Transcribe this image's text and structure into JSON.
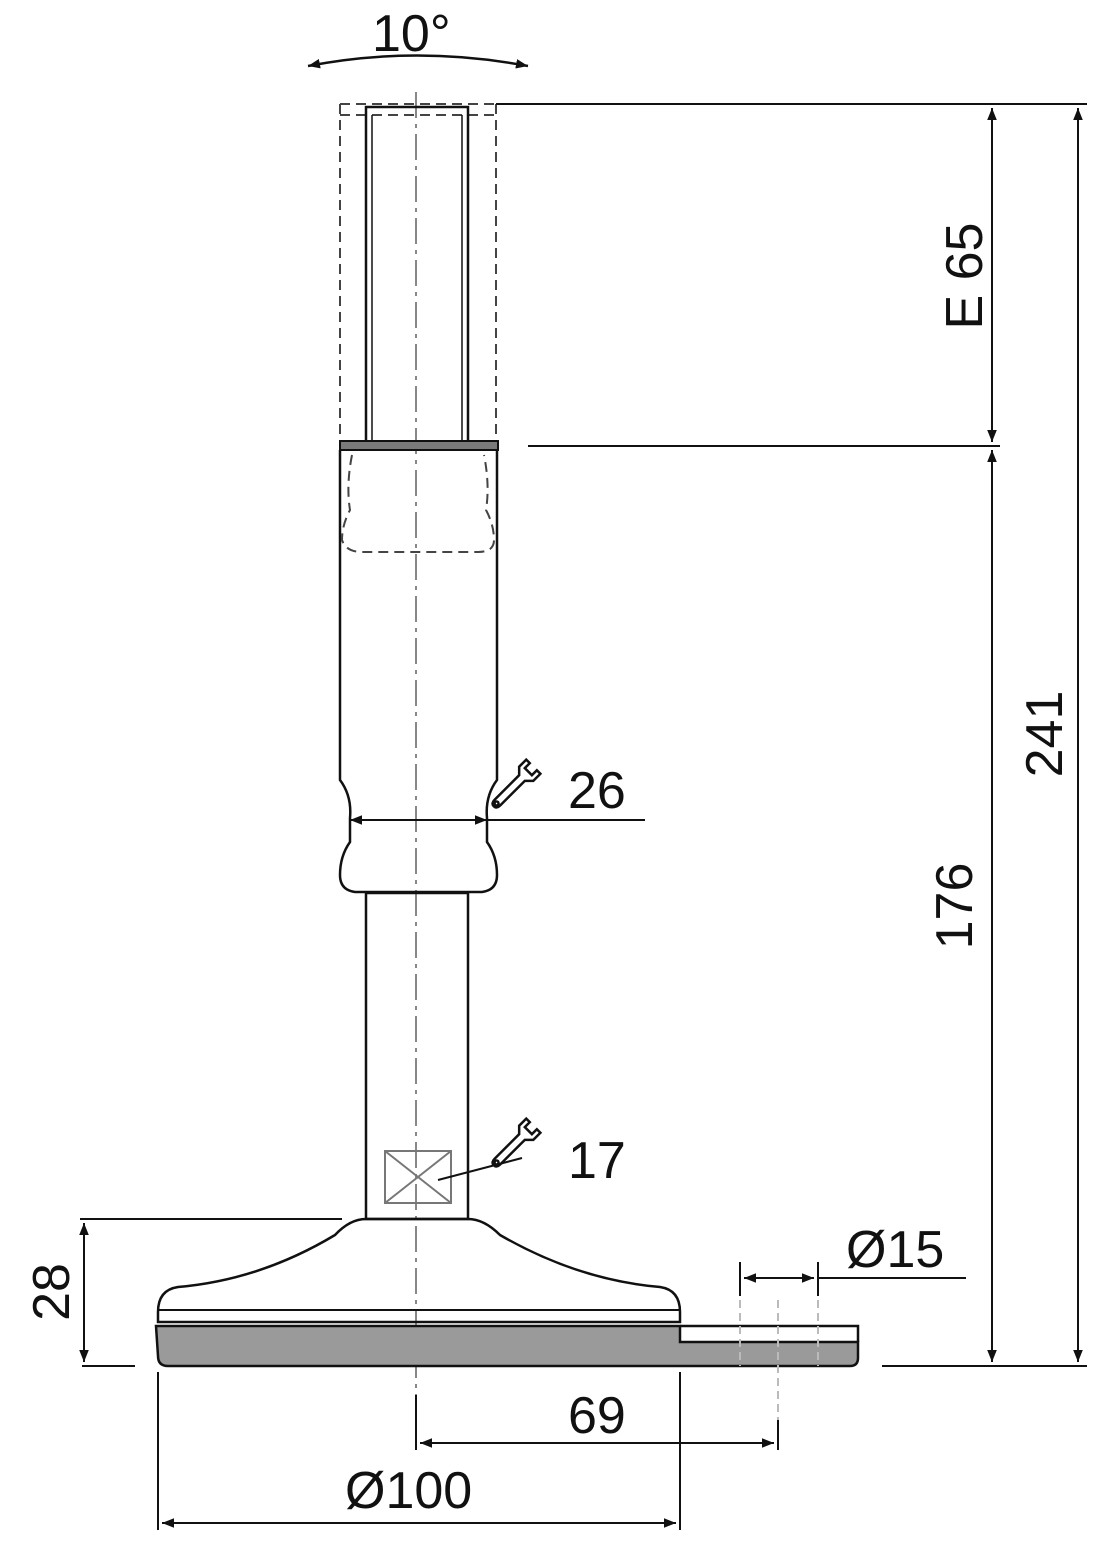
{
  "dimensions": {
    "tilt": "10°",
    "extension": "E 65",
    "height_total": "241",
    "height_base": "176",
    "wrench_upper": "26",
    "wrench_lower": "17",
    "base_height": "28",
    "hole_diameter": "Ø15",
    "hole_offset": "69",
    "base_diameter": "Ø100"
  },
  "icons": {
    "wrench": "wrench-icon"
  },
  "colors": {
    "line": "#111111",
    "hidden_line": "#444444",
    "center_line": "#888888",
    "rubber_pad": "#9a9a9a",
    "collar": "#7a7a7a"
  }
}
